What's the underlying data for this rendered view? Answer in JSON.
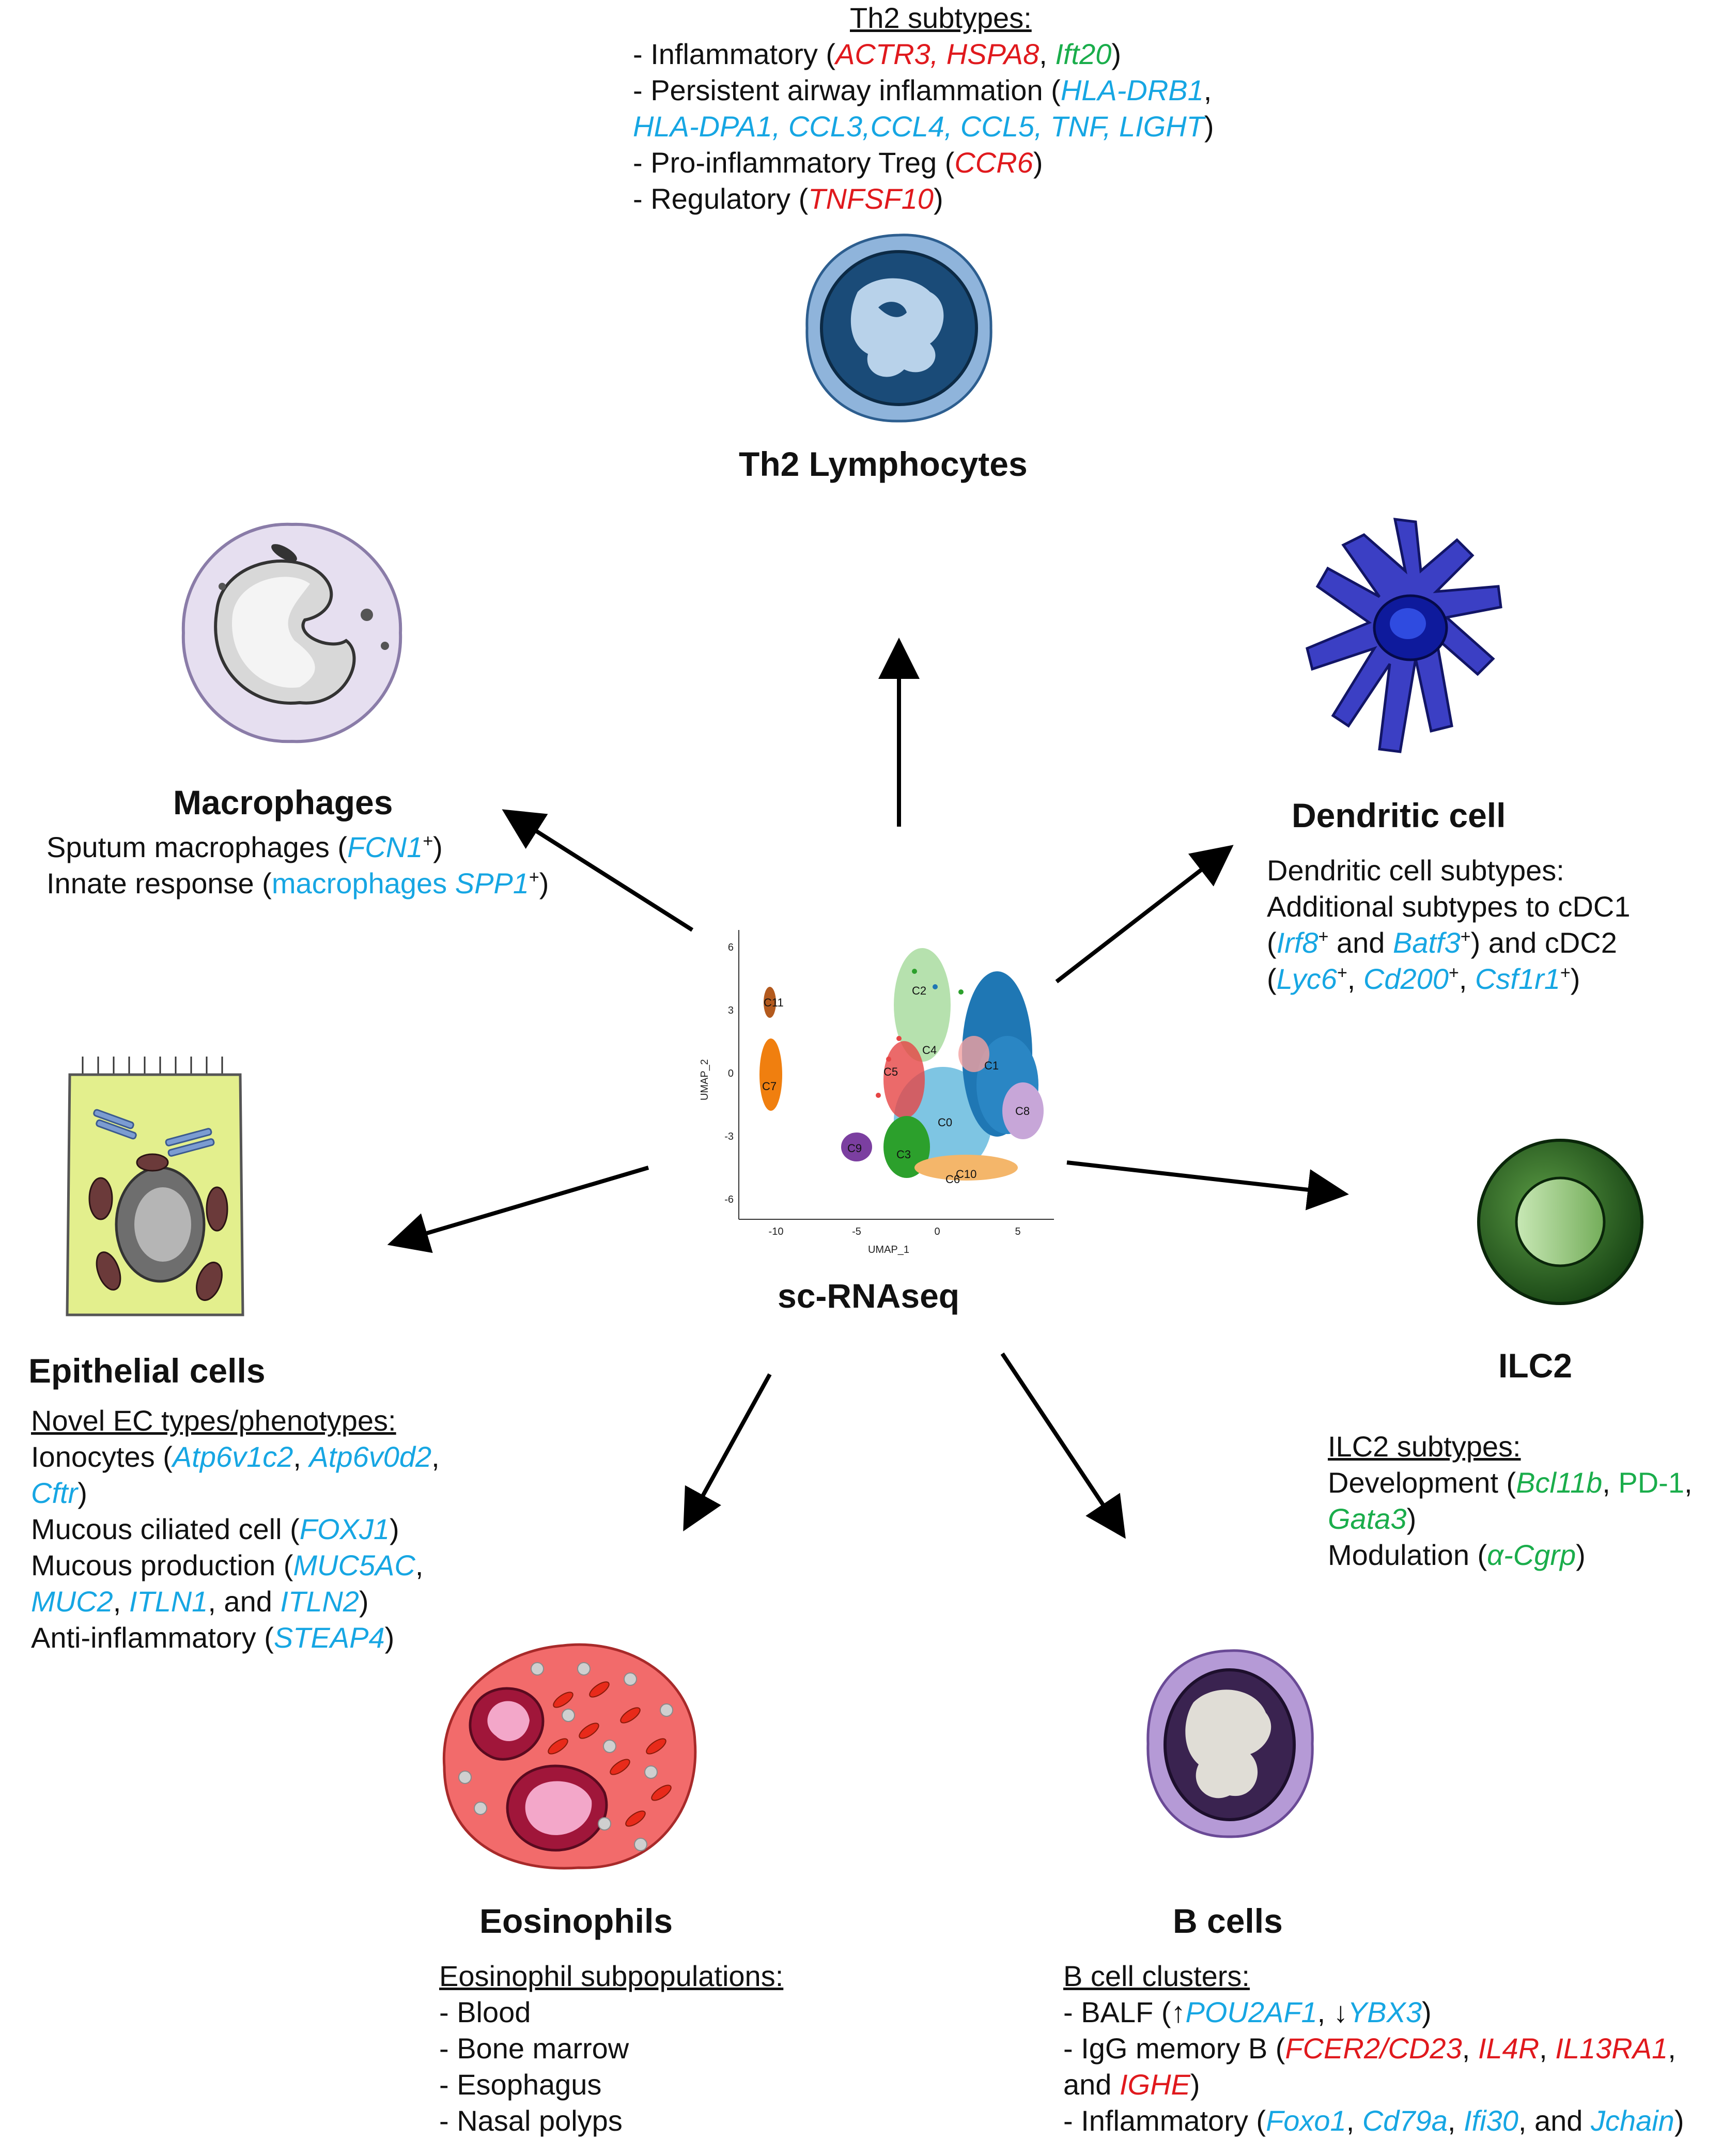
{
  "colors": {
    "red": "#e0191d",
    "blue": "#16a6e3",
    "green": "#1aad4b"
  },
  "center": {
    "title": "sc-RNAseq"
  },
  "umap": {
    "xlabel": "UMAP_1",
    "ylabel": "UMAP_2",
    "x_ticks": [
      "-10",
      "-5",
      "0",
      "5"
    ],
    "y_ticks": [
      "6",
      "3",
      "0",
      "-3",
      "-6"
    ],
    "clusters": [
      "C0",
      "C1",
      "C2",
      "C3",
      "C4",
      "C5",
      "C6",
      "C7",
      "C8",
      "C9",
      "C10",
      "C11"
    ]
  },
  "th2": {
    "title": "Th2 Lymphocytes",
    "heading": "Th2 subtypes:",
    "l1": {
      "a": "- Inflammatory (",
      "g1": "ACTR3",
      "s1": ", ",
      "g2": "HSPA8",
      "s2": ", ",
      "g3": "Ift20",
      "e": ")"
    },
    "l2": {
      "a": "- Persistent airway inflammation (",
      "g1": "HLA-DRB1",
      "e": ","
    },
    "l3": {
      "g1": "HLA-DPA1",
      "s1": ", ",
      "g2": "CCL3",
      "s2": ",",
      "g3": "CCL4",
      "s3": ", ",
      "g4": "CCL5",
      "s4": ", ",
      "g5": "TNF",
      "s5": ", ",
      "g6": "LIGHT",
      "e": ")"
    },
    "l4": {
      "a": "- Pro-inflammatory Treg (",
      "g1": "CCR6",
      "e": ")"
    },
    "l5": {
      "a": "- Regulatory (",
      "g1": "TNFSF10",
      "e": ")"
    }
  },
  "macrophages": {
    "title": "Macrophages",
    "l1": {
      "a": "Sputum macrophages (",
      "g1": "FCN1",
      "sup": "+",
      "e": ")"
    },
    "l2": {
      "a": "Innate response (",
      "b": "macrophages ",
      "g1": "SPP1",
      "sup": "+",
      "e": ")"
    }
  },
  "dendritic": {
    "title": "Dendritic cell",
    "l1": "Dendritic cell subtypes:",
    "l2": "Additional subtypes to cDC1",
    "l3": {
      "a": "(",
      "g1": "Irf8",
      "sup1": "+",
      "b": " and ",
      "g2": "Batf3",
      "sup2": "+",
      "e": ") and cDC2"
    },
    "l4": {
      "a": "(",
      "g1": "Lyc6",
      "sup1": "+",
      "s1": ", ",
      "g2": "Cd200",
      "sup2": "+",
      "s2": ", ",
      "g3": "Csf1r1",
      "sup3": "+",
      "e": ")"
    }
  },
  "epithelial": {
    "title": "Epithelial cells",
    "heading": "Novel EC types/phenotypes:",
    "l1": {
      "a": "Ionocytes (",
      "g1": "Atp6v1c2",
      "s1": ", ",
      "g2": "Atp6v0d2",
      "e": ","
    },
    "l2": {
      "g1": "Cftr",
      "e": ")"
    },
    "l3": {
      "a": "Mucous ciliated cell (",
      "g1": "FOXJ1",
      "e": ")"
    },
    "l4": {
      "a": "Mucous production (",
      "g1": "MUC5AC",
      "e": ","
    },
    "l5": {
      "g1": "MUC2",
      "s1": ", ",
      "g2": "ITLN1",
      "s2": ", and ",
      "g3": "ITLN2",
      "e": ")"
    },
    "l6": {
      "a": "Anti-inflammatory (",
      "g1": "STEAP4",
      "e": ")"
    }
  },
  "ilc2": {
    "title": "ILC2",
    "heading": "ILC2 subtypes:",
    "l1": {
      "a": "Development (",
      "g1": "Bcl11b",
      "s1": ", ",
      "g2": "PD-1",
      "e": ","
    },
    "l2": {
      "g1": "Gata3",
      "e": ")"
    },
    "l3": {
      "a": "Modulation (",
      "g1": "α-Cgrp",
      "e": ")"
    }
  },
  "eosinophils": {
    "title": "Eosinophils",
    "heading": "Eosinophil subpopulations:",
    "items": [
      "- Blood",
      "- Bone marrow",
      "- Esophagus",
      "- Nasal polyps"
    ]
  },
  "bcells": {
    "title": "B cells",
    "heading": "B cell clusters:",
    "l1": {
      "a": "- BALF (↑",
      "g1": "POU2AF1",
      "s1": ", ↓",
      "g2": "YBX3",
      "e": ")"
    },
    "l2": {
      "a": "- IgG memory B (",
      "g1": "FCER2/CD23",
      "s1": ", ",
      "g2": "IL4R",
      "s2": ", ",
      "g3": "IL13RA1",
      "e": ","
    },
    "l3": {
      "a": "and ",
      "g1": "IGHE",
      "e": ")"
    },
    "l4": {
      "a": "- Inflammatory (",
      "g1": "Foxo1",
      "s1": ", ",
      "g2": "Cd79a",
      "s2": ", ",
      "g3": "Ifi30",
      "s3": ", and ",
      "g4": "Jchain",
      "e": ")"
    }
  }
}
